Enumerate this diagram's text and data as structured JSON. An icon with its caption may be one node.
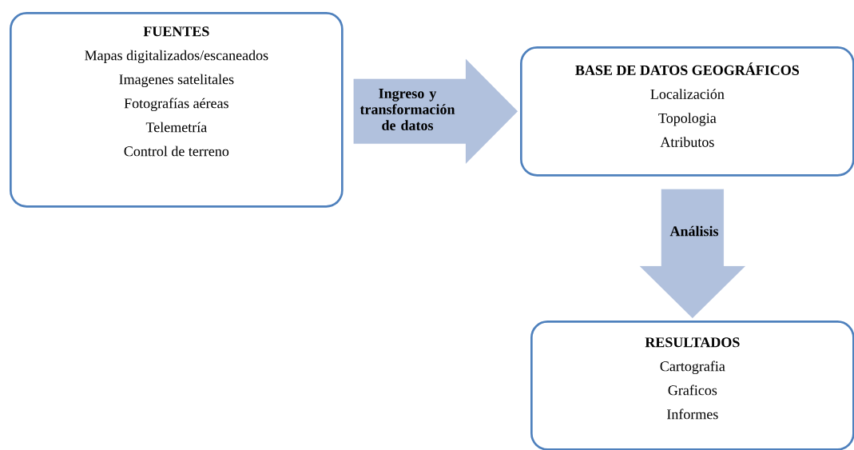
{
  "diagram": {
    "nodes": [
      {
        "text": [
          "FUENTES",
          "Mapas digitalizados/escaneados",
          "Imagenes satelitales",
          "Fotografías aéreas",
          "Telemetría",
          "Control de terreno"
        ]
      },
      {
        "text": [
          "BASE DE DATOS GEOGRÁFICOS",
          "Localización",
          "Topologia",
          "Atributos"
        ]
      },
      {
        "text": [
          "RESULTADOS",
          "Cartografia",
          "Graficos",
          "Informes"
        ]
      }
    ],
    "edges": [
      {
        "from": 0,
        "to": 1,
        "arrow": "to",
        "label": "Ingreso y transformación de datos"
      },
      {
        "from": 1,
        "to": 2,
        "arrow": "to",
        "label": "Análisis"
      }
    ]
  }
}
